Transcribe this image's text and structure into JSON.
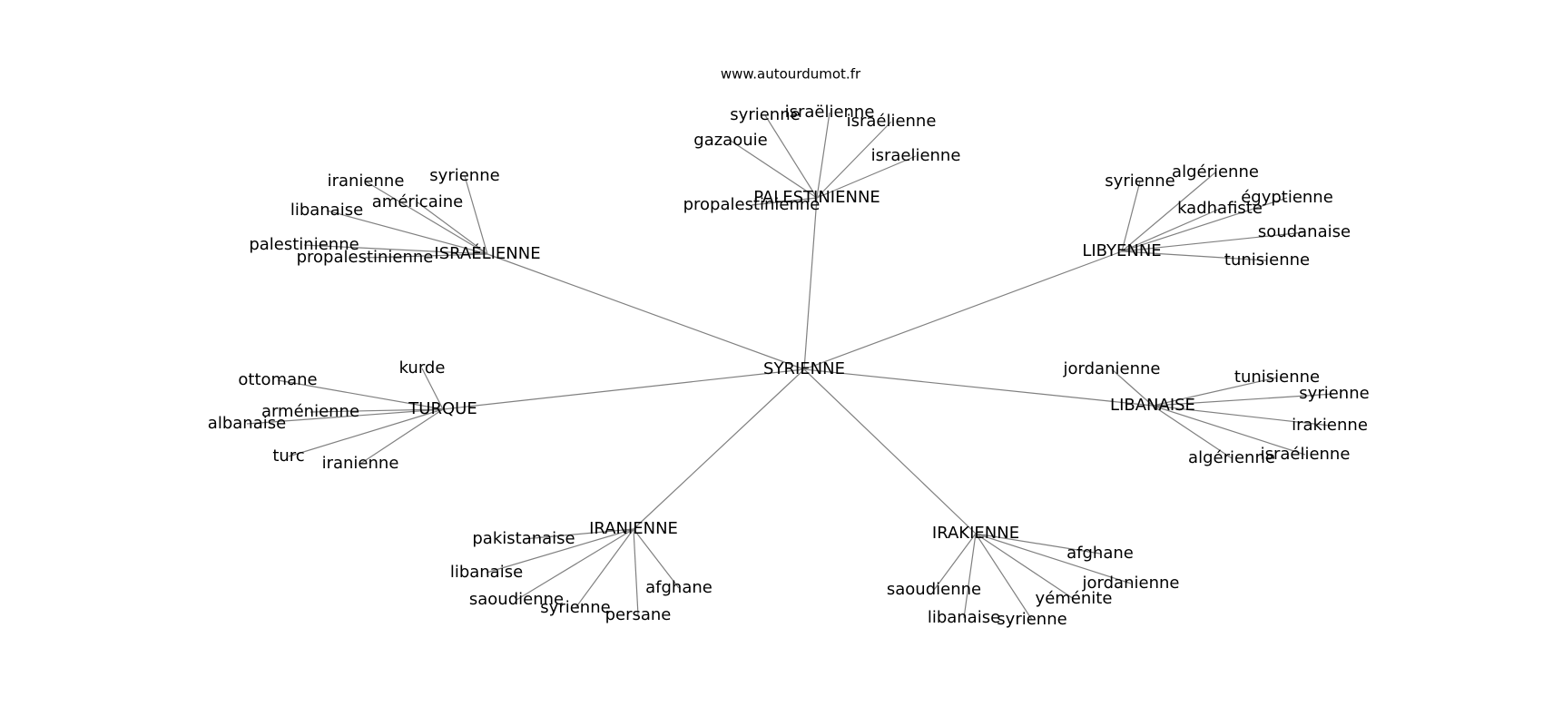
{
  "site": "www.autourdumot.fr",
  "center": "SYRIENNE",
  "hubs": [
    {
      "id": "palestinienne",
      "label": "PALESTINIENNE",
      "leaves": [
        "syrienne",
        "israëlienne",
        "israélienne",
        "gazaouie",
        "israelienne",
        "propalestinienne"
      ]
    },
    {
      "id": "israelienne",
      "label": "ISRAÉLIENNE",
      "leaves": [
        "iranienne",
        "syrienne",
        "américaine",
        "libanaise",
        "palestinienne",
        "propalestinienne"
      ]
    },
    {
      "id": "libyenne",
      "label": "LIBYENNE",
      "leaves": [
        "syrienne",
        "algérienne",
        "égyptienne",
        "kadhafiste",
        "soudanaise",
        "tunisienne"
      ]
    },
    {
      "id": "turque",
      "label": "TURQUE",
      "leaves": [
        "kurde",
        "ottomane",
        "arménienne",
        "albanaise",
        "turc",
        "iranienne"
      ]
    },
    {
      "id": "libanaise",
      "label": "LIBANAISE",
      "leaves": [
        "jordanienne",
        "tunisienne",
        "syrienne",
        "irakienne",
        "israélienne",
        "algérienne"
      ]
    },
    {
      "id": "iranienne",
      "label": "IRANIENNE",
      "leaves": [
        "pakistanaise",
        "libanaise",
        "saoudienne",
        "syrienne",
        "persane",
        "afghane"
      ]
    },
    {
      "id": "irakienne",
      "label": "IRAKIENNE",
      "leaves": [
        "afghane",
        "jordanienne",
        "saoudienne",
        "yéménite",
        "libanaise",
        "syrienne"
      ]
    }
  ]
}
